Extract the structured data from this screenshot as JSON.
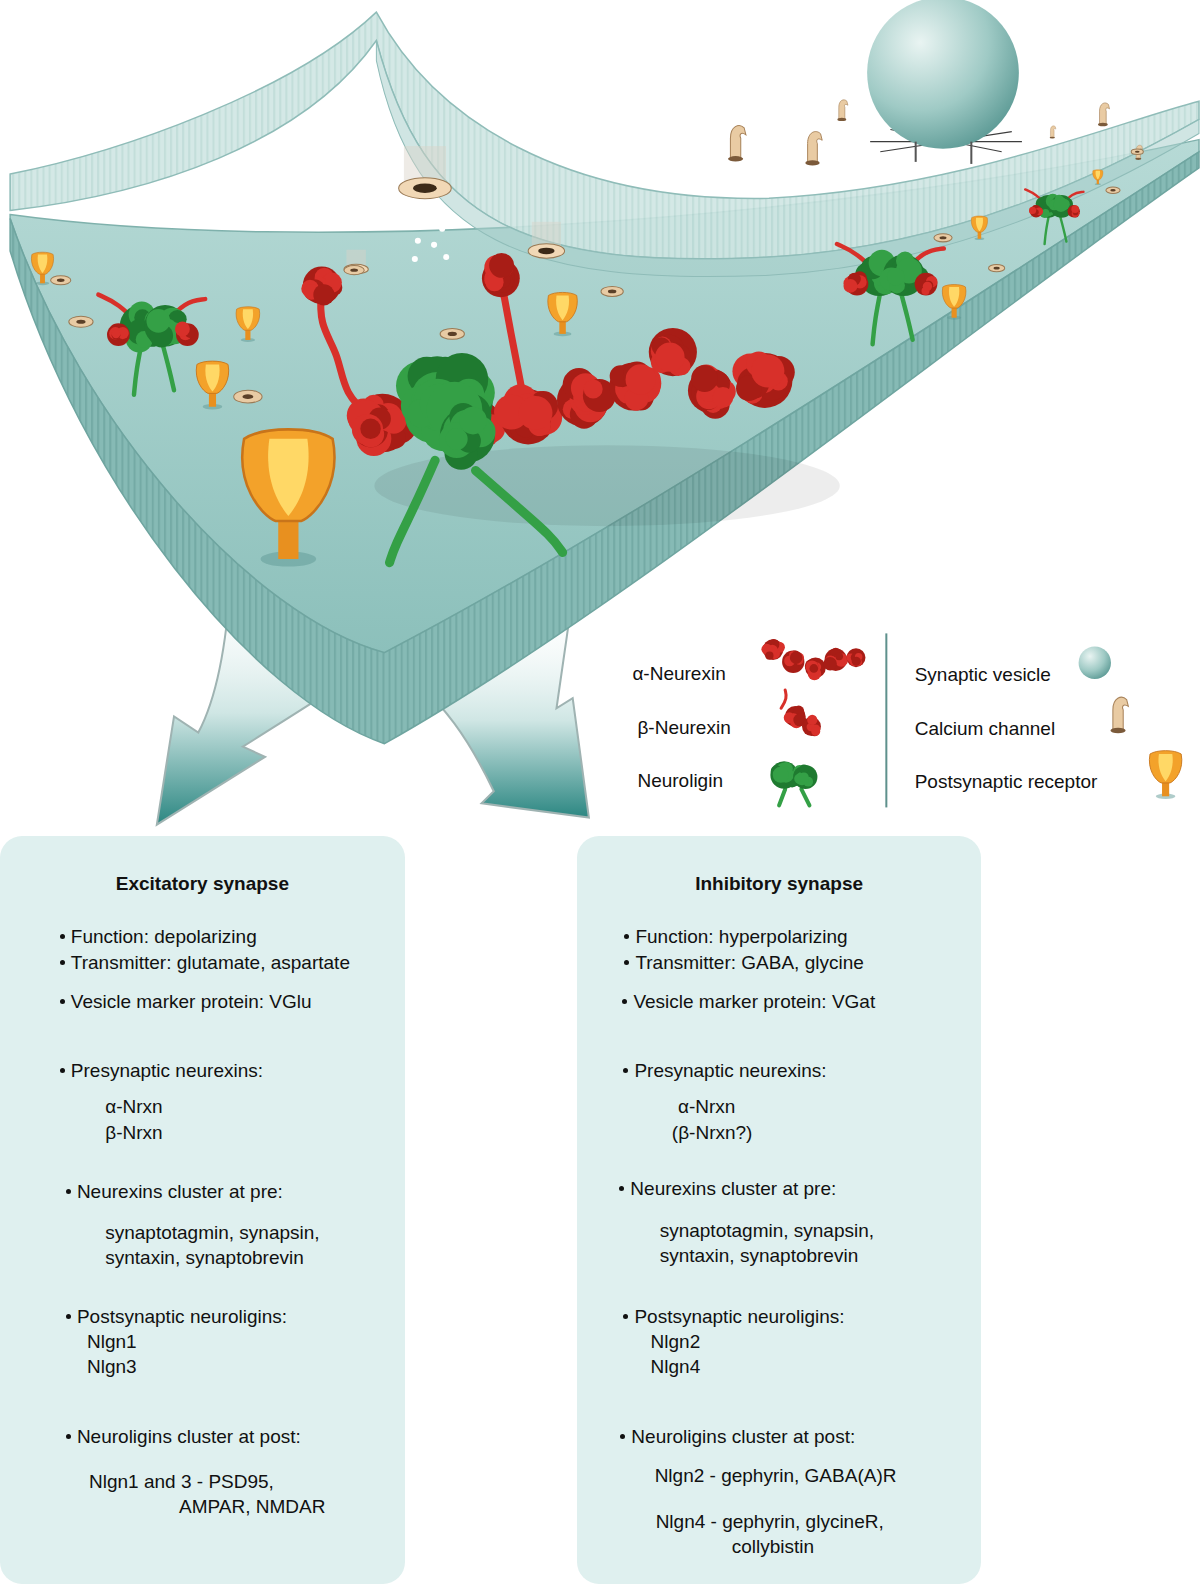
{
  "diagram": {
    "nodes": [
      {
        "text": [
          "Excitatory synapse",
          "Function: depolarizing",
          "Transmitter: glutamate, aspartate",
          "Vesicle marker protein: VGlu",
          "Presynaptic neurexins:",
          "α-Nrxn",
          "β-Nrxn",
          "Neurexins cluster at pre:",
          "synaptotagmin, synapsin, syntaxin, synaptobrevin",
          "Postsynaptic neuroligins:",
          "Nlgn1",
          "Nlgn3",
          "Neuroligins cluster at post:",
          "Nlgn1 and 3 - PSD95, AMPAR, NMDAR"
        ]
      },
      {
        "text": [
          "Inhibitory synapse",
          "Function: hyperpolarizing",
          "Transmitter: GABA, glycine",
          "Vesicle marker protein: VGat",
          "Presynaptic neurexins:",
          "α-Nrxn",
          "(β-Nrxn?)",
          "Neurexins cluster at pre:",
          "synaptotagmin, synapsin, syntaxin, synaptobrevin",
          "Postsynaptic neuroligins:",
          "Nlgn2",
          "Nlgn4",
          "Neuroligins cluster at post:",
          "Nlgn2 - gephyrin, GABA(A)R",
          "Nlgn4 - gephyrin, glycineR, collybistin"
        ]
      }
    ],
    "legend": [
      {
        "text": "α-Neurexin"
      },
      {
        "text": "β-Neurexin"
      },
      {
        "text": "Neuroligin"
      },
      {
        "text": "Synaptic vesicle"
      },
      {
        "text": "Calcium channel"
      },
      {
        "text": "Postsynaptic receptor"
      }
    ]
  }
}
